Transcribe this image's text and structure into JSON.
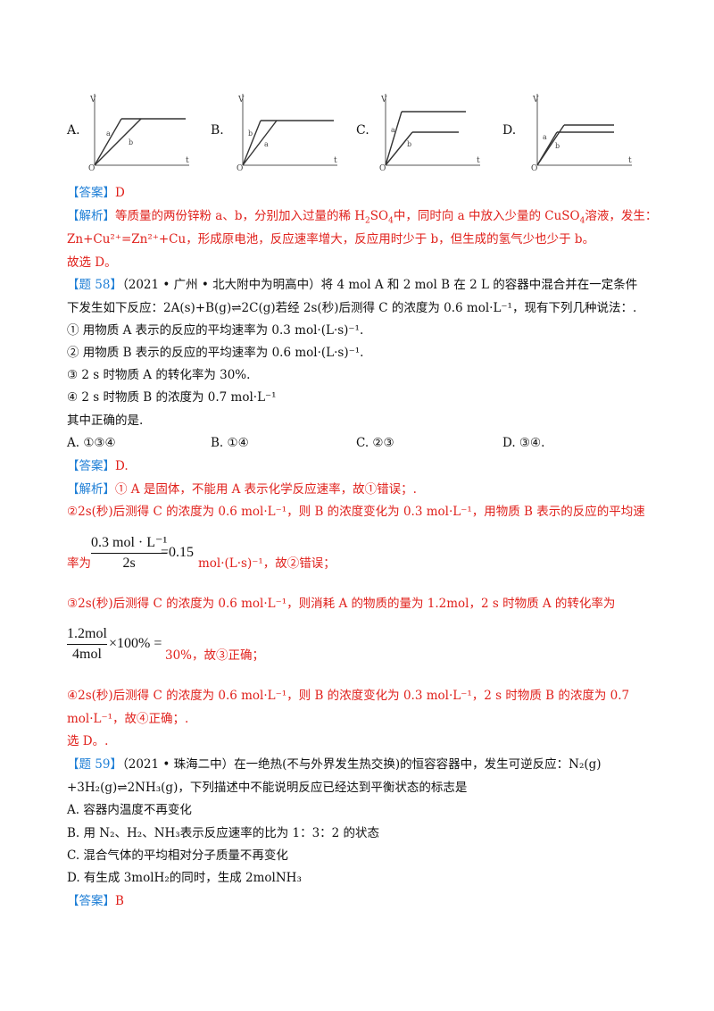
{
  "graphs": [
    {
      "label": "A.",
      "axis_v": "V",
      "axis_t": "t",
      "origin": "O",
      "curve1": "a",
      "curve2": "b"
    },
    {
      "label": "B.",
      "axis_v": "V",
      "axis_t": "t",
      "origin": "O",
      "curve1": "b",
      "curve2": "a"
    },
    {
      "label": "C.",
      "axis_v": "V",
      "axis_t": "t",
      "origin": "O",
      "curve1": "a",
      "curve2": "b"
    },
    {
      "label": "D.",
      "axis_v": "V",
      "axis_t": "t",
      "origin": "O",
      "curve1": "a",
      "curve2": "b"
    }
  ],
  "q57": {
    "answer_tag": "【答案】",
    "answer": "D",
    "analysis_tag": "【解析】",
    "analysis_1a": "等质量的两份锌粉 a、b，分别加入过量的稀 H",
    "analysis_1b": "SO",
    "analysis_1c": "中，同时向 a 中放入少量的 CuSO",
    "analysis_1d": "溶液，发生：",
    "analysis_2": "Zn+Cu²⁺=Zn²⁺+Cu，形成原电池，反应速率增大，反应用时少于 b，但生成的氢气少也少于 b。",
    "conclusion": "故选 D。"
  },
  "q58": {
    "tag": "【题 58】",
    "stem_1": "（2021 • 广州 • 北大附中为明高中）将 4 mol A 和 2 mol B 在 2 L 的容器中混合并在一定条件",
    "stem_2": "下发生如下反应：2A(s)+B(g)⇌2C(g)若经 2s(秒)后测得 C 的浓度为 0.6 mol·L⁻¹，现有下列几种说法：.",
    "s1": "① 用物质 A 表示的反应的平均速率为 0.3 mol·(L·s)⁻¹.",
    "s2": "② 用物质 B 表示的反应的平均速率为 0.6 mol·(L·s)⁻¹.",
    "s3": "③ 2 s 时物质 A 的转化率为 30%.",
    "s4": "④ 2 s 时物质 B 的浓度为 0.7 mol·L⁻¹",
    "ask": "其中正确的是.",
    "options": [
      "A. ①③④",
      "B. ①④",
      "C. ②③",
      "D. ③④."
    ],
    "answer_tag": "【答案】",
    "answer": "D.",
    "analysis_tag": "【解析】",
    "a1": "① A 是固体，不能用 A 表示化学反应速率，故①错误；.",
    "a2": "②2s(秒)后测得 C 的浓度为 0.6 mol·L⁻¹，则 B 的浓度变化为 0.3 mol·L⁻¹，用物质 B 表示的反应的平均速",
    "a3_pre": "率为",
    "frac1_num": "0.3 mol · L⁻¹",
    "frac1_den": "2s",
    "frac1_val": "=0.15",
    "a3_post": "mol·(L·s)⁻¹，故②错误；",
    "a4": "③2s(秒)后测得 C 的浓度为 0.6 mol·L⁻¹，则消耗 A 的物质的量为 1.2mol，2 s 时物质 A 的转化率为",
    "frac2_num": "1.2mol",
    "frac2_den": "4mol",
    "frac2_tail": "×100% =",
    "a5_post": "30%，故③正确；",
    "a6": "④2s(秒)后测得 C 的浓度为 0.6 mol·L⁻¹，则 B 的浓度变化为 0.3 mol·L⁻¹，2 s 时物质 B 的浓度为 0.7",
    "a7": "mol·L⁻¹，故④正确；.",
    "conclusion": "选 D。."
  },
  "q59": {
    "tag": "【题 59】",
    "stem_1": "（2021 • 珠海二中）在一绝热(不与外界发生热交换)的恒容容器中，发生可逆反应：N₂(g)",
    "stem_2": "+3H₂(g)⇌2NH₃(g)，下列描述中不能说明反应已经达到平衡状态的标志是",
    "opt_a": "A. 容器内温度不再变化",
    "opt_b": "B. 用 N₂、H₂、NH₃表示反应速率的比为 1：3：2 的状态",
    "opt_c": "C. 混合气体的平均相对分子质量不再变化",
    "opt_d": "D. 有生成 3molH₂的同时，生成 2molNH₃",
    "answer_tag": "【答案】",
    "answer": "B"
  }
}
